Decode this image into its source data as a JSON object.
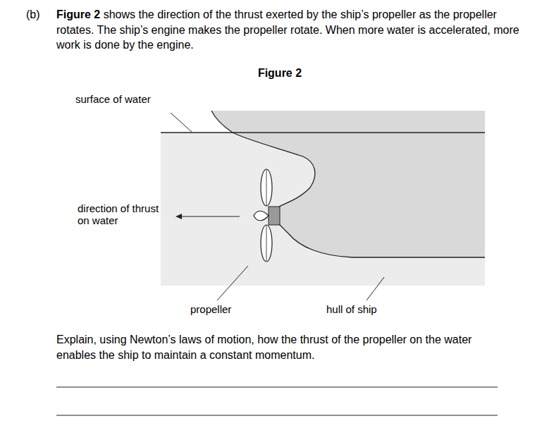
{
  "diagram": {
    "title": "Figure 2",
    "labels": [
      "(b)",
      "Figure 2",
      "shows the direction of the thrust exerted by the ship’s propeller as the propeller rotates. The ship’s engine makes the propeller rotate. When more water is accelerated, more work is done by the engine.",
      "surface of water",
      "direction of thrust on water",
      "propeller",
      "hull of ship",
      "Explain, using Newton’s laws of motion, how the thrust of the propeller on the water enables the ship to maintain a constant momentum."
    ]
  }
}
